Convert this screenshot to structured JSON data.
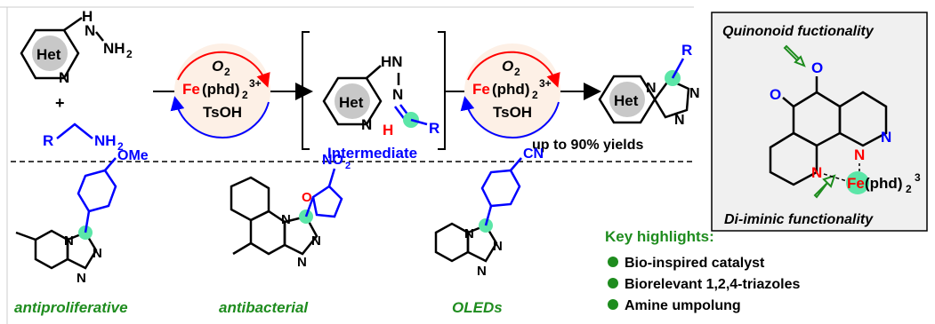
{
  "colors": {
    "black": "#000000",
    "blue": "#0000ff",
    "red": "#ff0000",
    "green": "#1e8c1e",
    "dark_green": "#008000",
    "circle_fill": "#fdf0e6",
    "het_gray": "#c8c8c8",
    "highlight": "#5ce6a8",
    "panel_bg": "#f0f0f0"
  },
  "reaction": {
    "het_label": "Het",
    "nh2": "NH",
    "sub2": "2",
    "plus": "+",
    "hn": "HN",
    "h": "H",
    "n": "N",
    "r": "R",
    "catalyst": {
      "o2": "O",
      "o2_sub": "2",
      "fe": "Fe",
      "phd": "(phd)",
      "phd_sub": "2",
      "charge": "3+",
      "acid": "TsOH"
    },
    "intermediate_label": "Intermediate",
    "yield_note": "up to 90% yields"
  },
  "panel": {
    "top_label": "Quinonoid fuctionality",
    "bottom_label": "Di-iminic functionality",
    "o": "O",
    "n": "N",
    "fe": "Fe",
    "phd": "(phd)",
    "phd_sub": "2",
    "phd_sup": "3"
  },
  "applications": [
    {
      "label": "antiproliferative",
      "substituent": "OMe"
    },
    {
      "label": "antibacterial",
      "substituent": "NO",
      "substituent_sub": "2"
    },
    {
      "label": "OLEDs",
      "substituent": "CN"
    }
  ],
  "highlights": {
    "title": "Key highlights:",
    "items": [
      "Bio-inspired catalyst",
      "Biorelevant 1,2,4-triazoles",
      "Amine umpolung"
    ]
  }
}
